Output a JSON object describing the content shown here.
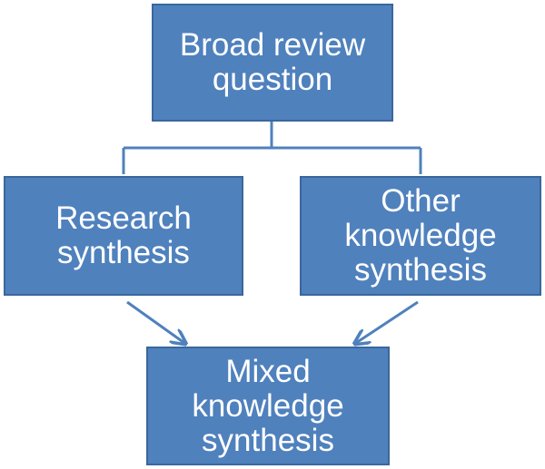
{
  "diagram": {
    "nodes": {
      "top": {
        "line1": "Broad review",
        "line2": "question"
      },
      "left": {
        "line1": "Research",
        "line2": "synthesis"
      },
      "right": {
        "line1": "Other",
        "line2": "knowledge",
        "line3": "synthesis"
      },
      "bottom": {
        "line1": "Mixed",
        "line2": "knowledge",
        "line3": "synthesis"
      }
    },
    "colors": {
      "box_fill": "#4f81bd",
      "box_border": "#3a679c",
      "text": "#ffffff",
      "connector": "#4f81bd"
    }
  }
}
